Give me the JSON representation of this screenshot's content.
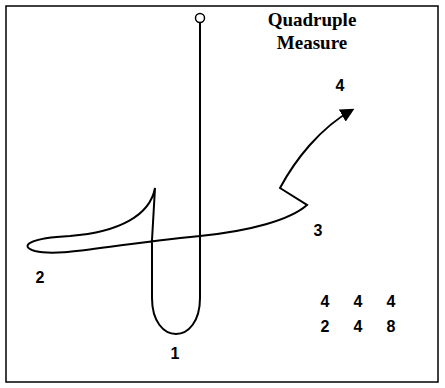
{
  "diagram": {
    "title": "Quadruple Measure",
    "labels": [
      "4",
      "1",
      "2",
      "3",
      "4",
      "4",
      "4",
      "2",
      "4",
      "8"
    ]
  }
}
